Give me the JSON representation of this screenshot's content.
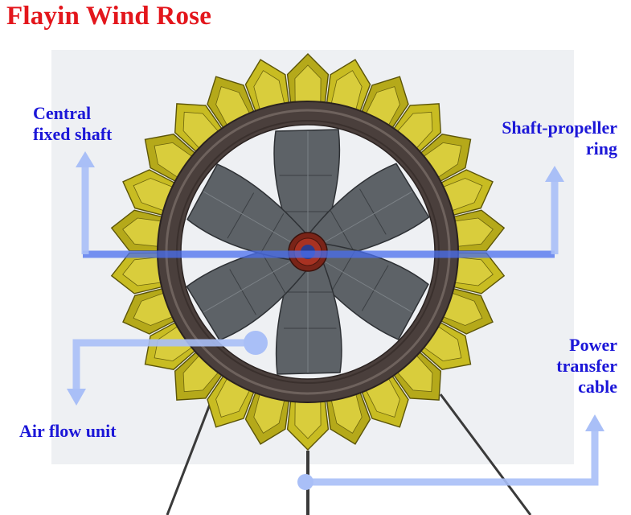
{
  "title": "Flayin Wind Rose",
  "labels": {
    "central": {
      "line1": "Central",
      "line2": "fixed shaft"
    },
    "shaft_ring": {
      "line1": "Shaft-propeller",
      "line2": "ring"
    },
    "air_flow": "Air flow unit",
    "power": {
      "line1": "Power",
      "line2": "transfer",
      "line3": "cable"
    }
  },
  "colors": {
    "title": "#e3161c",
    "label_text": "#1c17d8",
    "callout": "#a9bff7",
    "shaft_line": "#4a6ff0",
    "petals": "#c8bc22",
    "petal_edge": "#5c5508",
    "ring": "#4a3f3c",
    "blades": "#5c6166",
    "hub": "#9b2a1c"
  },
  "icons": [
    "up-arrow-icon",
    "down-arrow-icon",
    "callout-dot-icon"
  ]
}
